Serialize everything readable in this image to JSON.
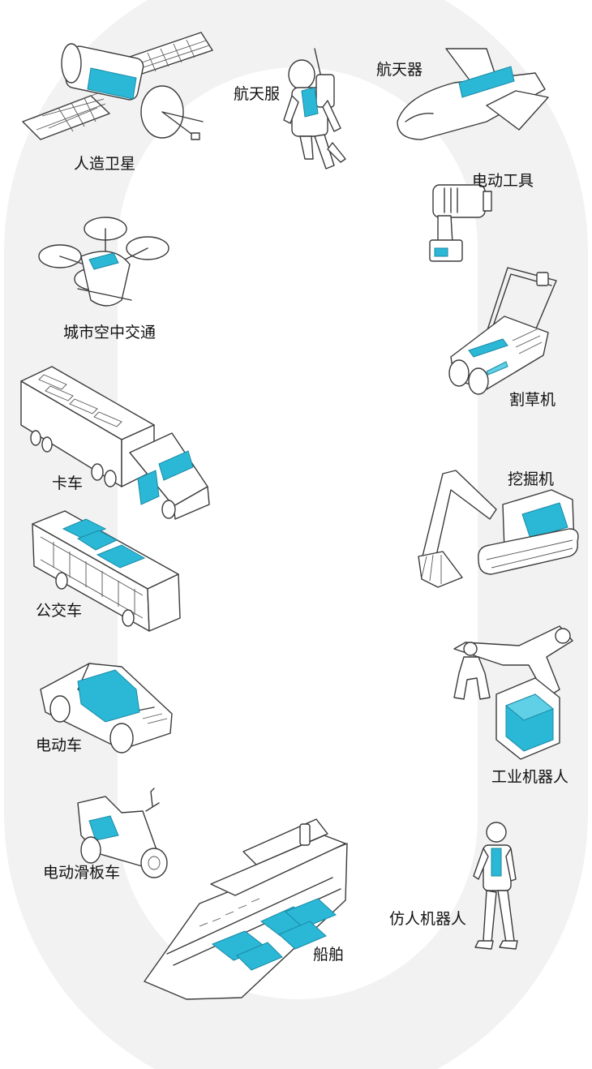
{
  "labels": {
    "satellite": "人造卫星",
    "spacesuit": "航天服",
    "spacecraft": "航天器",
    "power_tool": "电动工具",
    "uam": "城市空中交通",
    "mower": "割草机",
    "truck": "卡车",
    "excavator": "挖掘机",
    "bus": "公交车",
    "ev": "电动车",
    "industrial_robot": "工业机器人",
    "scooter": "电动滑板车",
    "humanoid": "仿人机器人",
    "ship": "船舶"
  },
  "colors": {
    "battery": "#2bb8d6",
    "track": "#f2f2f2",
    "line": "#3a3a3a",
    "text": "#111111"
  }
}
